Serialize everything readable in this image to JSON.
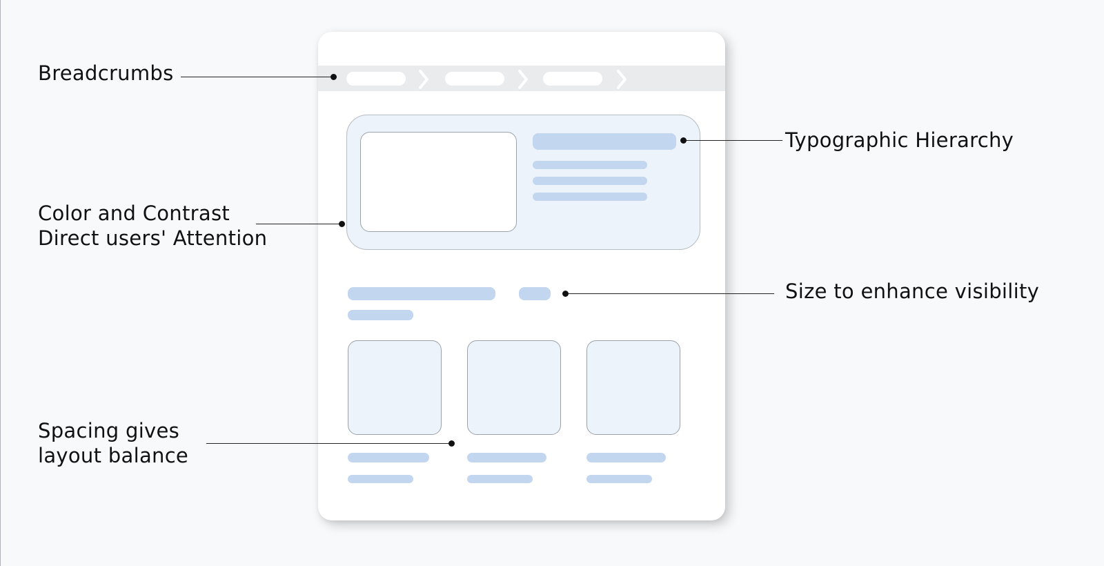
{
  "annotations": {
    "breadcrumbs": [
      "Breadcrumbs"
    ],
    "typographic_hierarchy": [
      "Typographic Hierarchy"
    ],
    "color_contrast": [
      "Color and Contrast",
      "Direct users' Attention"
    ],
    "size": [
      "Size to enhance visibility"
    ],
    "spacing": [
      "Spacing gives",
      "layout balance"
    ]
  },
  "colors": {
    "background": "#f7f9fb",
    "mockup": "#ffffff",
    "breadcrumb_bar": "#eaebed",
    "hero_fill": "#ecf3fb",
    "placeholder_bar": "#c3d6ef",
    "text": "#111111"
  },
  "icons": {
    "breadcrumb_separator": "chevron-right-icon"
  }
}
